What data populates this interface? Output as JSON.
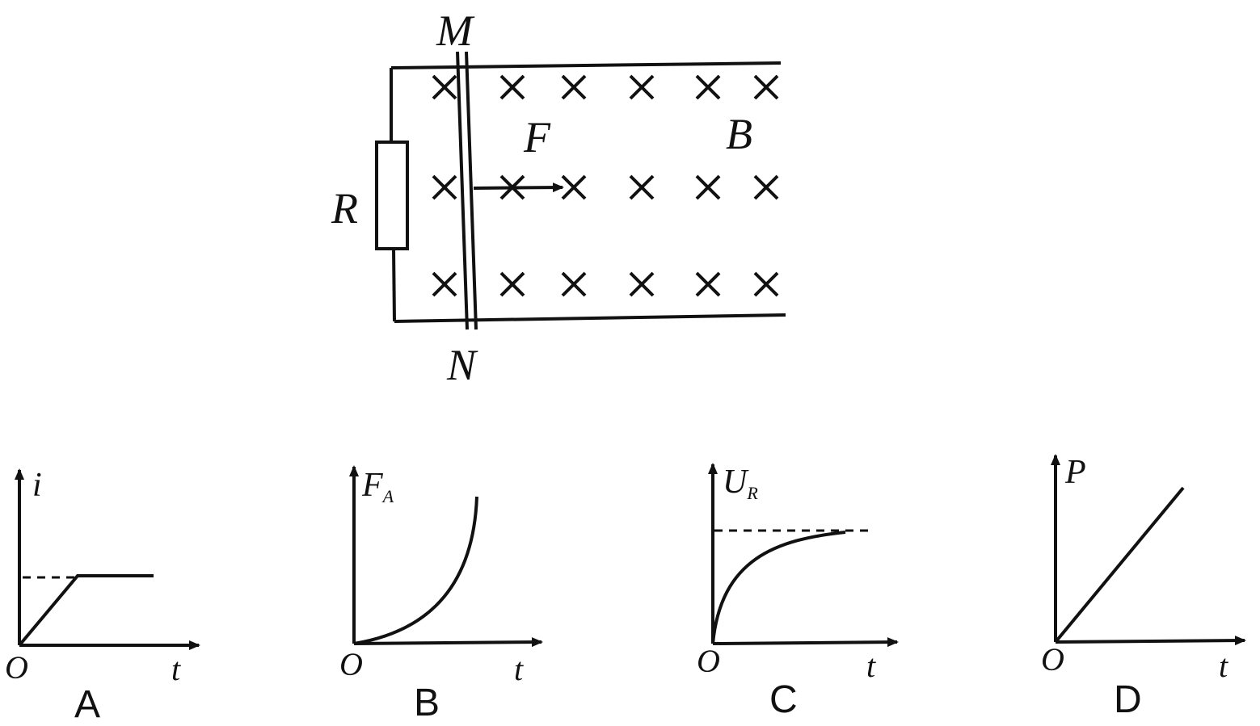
{
  "circuit": {
    "rod_top_label": "M",
    "rod_bottom_label": "N",
    "resistor_label": "R",
    "force_label": "F",
    "field_label": "B",
    "field_symbol": "×"
  },
  "graphs": [
    {
      "option": "A",
      "y_label": "i",
      "y_sub": "",
      "x_label": "t",
      "origin": "O"
    },
    {
      "option": "B",
      "y_label": "F",
      "y_sub": "A",
      "x_label": "t",
      "origin": "O"
    },
    {
      "option": "C",
      "y_label": "U",
      "y_sub": "R",
      "x_label": "t",
      "origin": "O"
    },
    {
      "option": "D",
      "y_label": "P",
      "y_sub": "",
      "x_label": "t",
      "origin": "O"
    }
  ],
  "colors": {
    "ink": "#111111",
    "background": "#ffffff"
  }
}
